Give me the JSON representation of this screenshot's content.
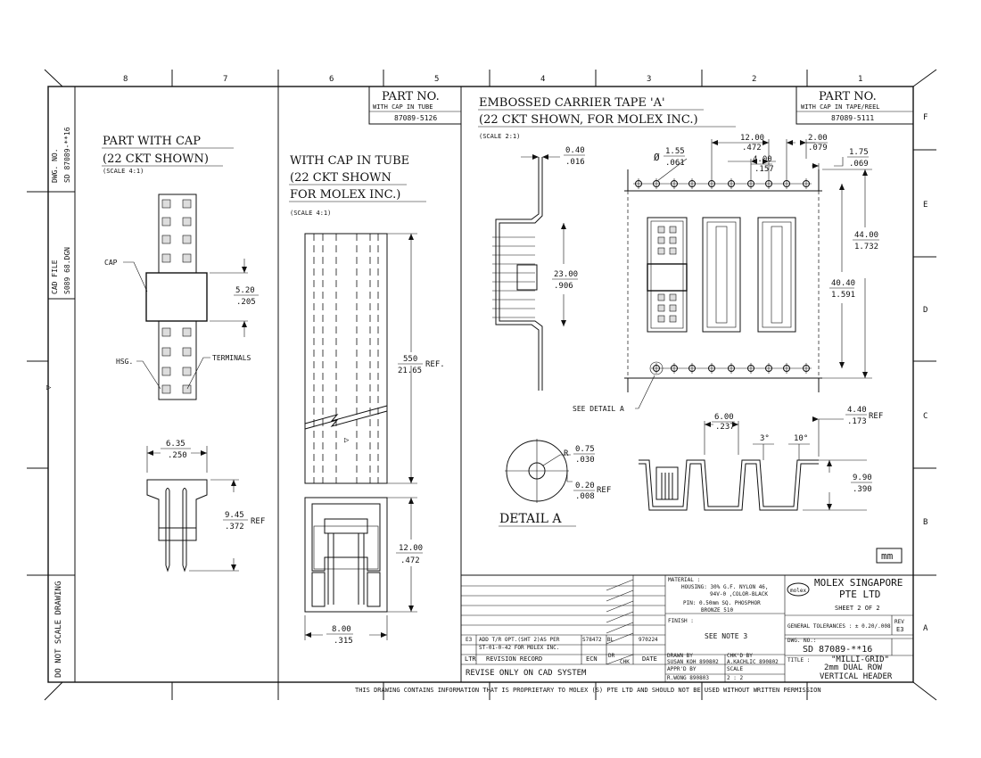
{
  "zone_numbers": [
    "8",
    "7",
    "6",
    "5",
    "4",
    "3",
    "2",
    "1"
  ],
  "zone_letters": [
    "F",
    "E",
    "D",
    "C",
    "B",
    "A"
  ],
  "left_margin": {
    "dwg_no_label": "DWG. NO.",
    "dwg_no_value": "SD 87089-**16",
    "cad_file_label": "CAD FILE",
    "cad_file_value": "S089 68.DGN",
    "do_not_scale": "DO NOT SCALE DRAWING"
  },
  "part_with_cap": {
    "title_line1": "PART  WITH  CAP",
    "title_line2": "(22 CKT  SHOWN)",
    "scale": "(SCALE 4:1)",
    "label_cap": "CAP",
    "label_hsg": "HSG.",
    "label_terminals": "TERMINALS",
    "dim_520_a": "5.20",
    "dim_520_b": ".205",
    "dim_635_a": "6.35",
    "dim_635_b": ".250",
    "dim_945_a": "9.45",
    "dim_945_b": ".372",
    "dim_945_ref": "REF"
  },
  "part_no_tube": {
    "title": "PART  NO.",
    "subtitle": "WITH CAP IN TUBE",
    "number": "87089-5126"
  },
  "cap_in_tube": {
    "title_line1": "WITH  CAP  IN  TUBE",
    "title_line2": "(22 CKT  SHOWN",
    "title_line3": "FOR  MOLEX  INC.)",
    "scale": "(SCALE 4:1)",
    "dim_550_a": "550",
    "dim_550_b": "21.65",
    "dim_550_ref": "REF.",
    "dim_1200_a": "12.00",
    "dim_1200_b": ".472",
    "dim_800_a": "8.00",
    "dim_800_b": ".315"
  },
  "carrier_tape": {
    "title_line1": "EMBOSSED  CARRIER  TAPE  'A'",
    "title_line2": "(22  CKT  SHOWN, FOR  MOLEX  INC.)",
    "scale": "(SCALE 2:1)",
    "dim_040_a": "0.40",
    "dim_040_b": ".016",
    "dim_2300_a": "23.00",
    "dim_2300_b": ".906",
    "dim_155_a": "1.55",
    "dim_155_b": ".061",
    "dim_1200_a": "12.00",
    "dim_1200_b": ".472",
    "dim_400_a": "4.00",
    "dim_400_b": ".157",
    "dim_200_a": "2.00",
    "dim_200_b": ".079",
    "dim_175_a": "1.75",
    "dim_175_b": ".069",
    "dim_4400_a": "44.00",
    "dim_4400_b": "1.732",
    "dim_4040_a": "40.40",
    "dim_4040_b": "1.591",
    "see_detail": "SEE DETAIL  A",
    "dim_600_a": "6.00",
    "dim_600_b": ".237",
    "angle_3": "3°",
    "angle_10": "10°",
    "dim_440_a": "4.40",
    "dim_440_b": ".173",
    "dim_440_ref": "REF",
    "dim_990_a": "9.90",
    "dim_990_b": ".390"
  },
  "detail_a": {
    "title": "DETAIL  A",
    "r_label": "R",
    "dim_075_a": "0.75",
    "dim_075_b": ".030",
    "dim_020_a": "0.20",
    "dim_020_b": ".008",
    "dim_020_ref": "REF"
  },
  "part_no_reel": {
    "title": "PART  NO.",
    "subtitle": "WITH CAP IN TAPE/REEL",
    "number": "87089-5111"
  },
  "units": "mm",
  "title_block": {
    "material_label": "MATERIAL :",
    "material_line1": "HOUSING: 30% G.F. NYLON 46,",
    "material_line2": "94V-0 ,COLOR-BLACK",
    "material_line3": "PIN: 0.50mm SQ. PHOSPHOR",
    "material_line4": "BRONZE 510",
    "finish_label": "FINISH :",
    "finish_value": "SEE  NOTE  3",
    "company_logo": "molex",
    "company_line1": "MOLEX  SINGAPORE",
    "company_line2": "PTE  LTD",
    "sheet": "SHEET  2  OF  2",
    "tolerances": "GENERAL TOLERANCES : ± 0.20/.008",
    "rev_label": "REV",
    "rev_value": "E3",
    "dwg_no_label": "DWG. NO.:",
    "dwg_no_value": "SD 87089-**16",
    "title_label": "TITLE :",
    "title_line1": "\"MILLI-GRID\"",
    "title_line2": "2mm  DUAL  ROW",
    "title_line3": "VERTICAL  HEADER",
    "drawn_label": "DRAWN BY",
    "drawn_value": "SUSAN KOH  890802",
    "chkd_label": "CHK'D BY",
    "chkd_value": "A.KACHLIC 890802",
    "apprd_label": "APPR'D BY",
    "apprd_value": "R.WONG   890803",
    "scale_label": "SCALE",
    "scale_value": "2 : 2",
    "revision": {
      "ltr": "E3",
      "desc_line1": "ADD T/R OPT.(SHT 2)AS PER",
      "desc_line2": "ST-01-0-42 FOR MOLEX INC.",
      "ecn": "S78472",
      "dr": "BL",
      "date": "970224"
    },
    "hdr_ltr": "LTR",
    "hdr_record": "REVISION  RECORD",
    "hdr_ecn": "ECN",
    "hdr_dr": "DR",
    "hdr_chk": "CHK",
    "hdr_date": "DATE",
    "revise_only": "REVISE ONLY ON CAD SYSTEM"
  },
  "footer": "THIS DRAWING CONTAINS INFORMATION THAT IS PROPRIETARY TO MOLEX (S) PTE LTD AND SHOULD NOT BE USED WITHOUT WRITTEN PERMISSION",
  "zone_arrow": "▷"
}
